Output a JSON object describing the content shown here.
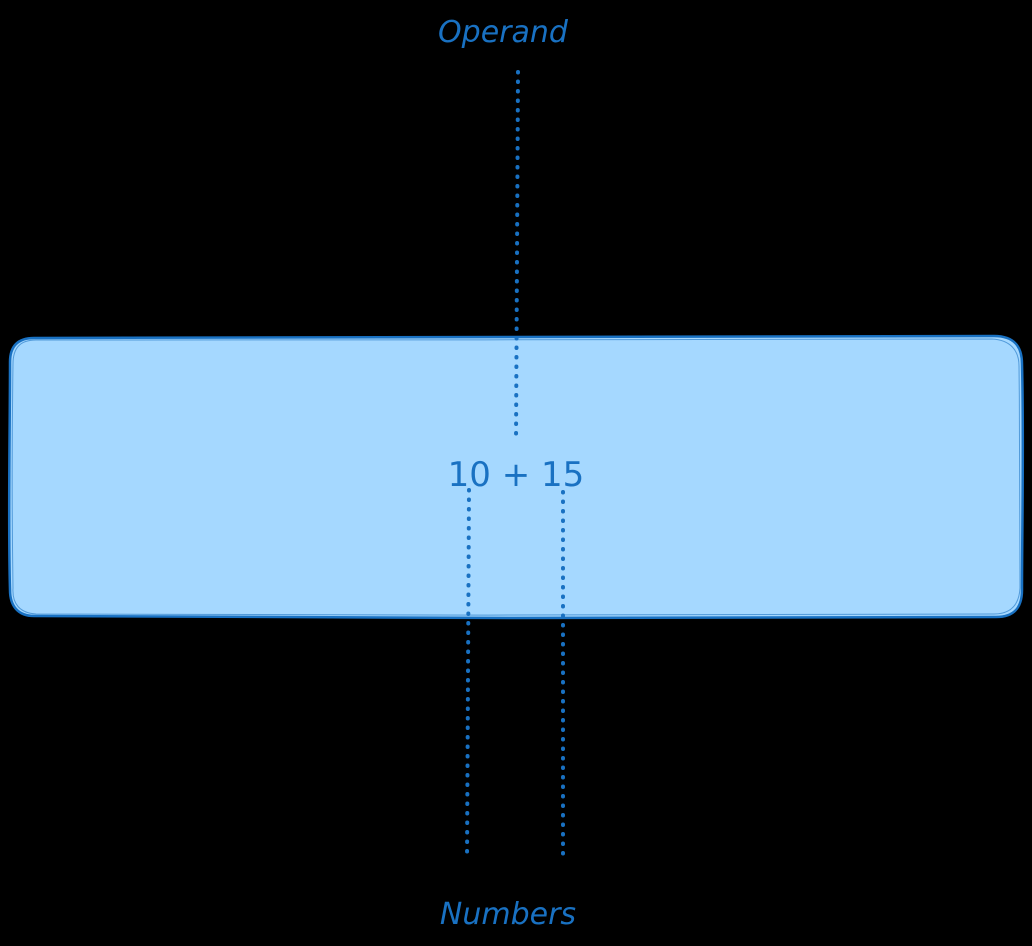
{
  "diagram": {
    "expression": "10 + 15",
    "operand_label": "Operand",
    "numbers_label": "Numbers"
  },
  "colors": {
    "background": "#000000",
    "box_fill": "#a5d8ff",
    "box_stroke": "#1971c2",
    "text": "#1971c2",
    "connector": "#1971c2"
  }
}
